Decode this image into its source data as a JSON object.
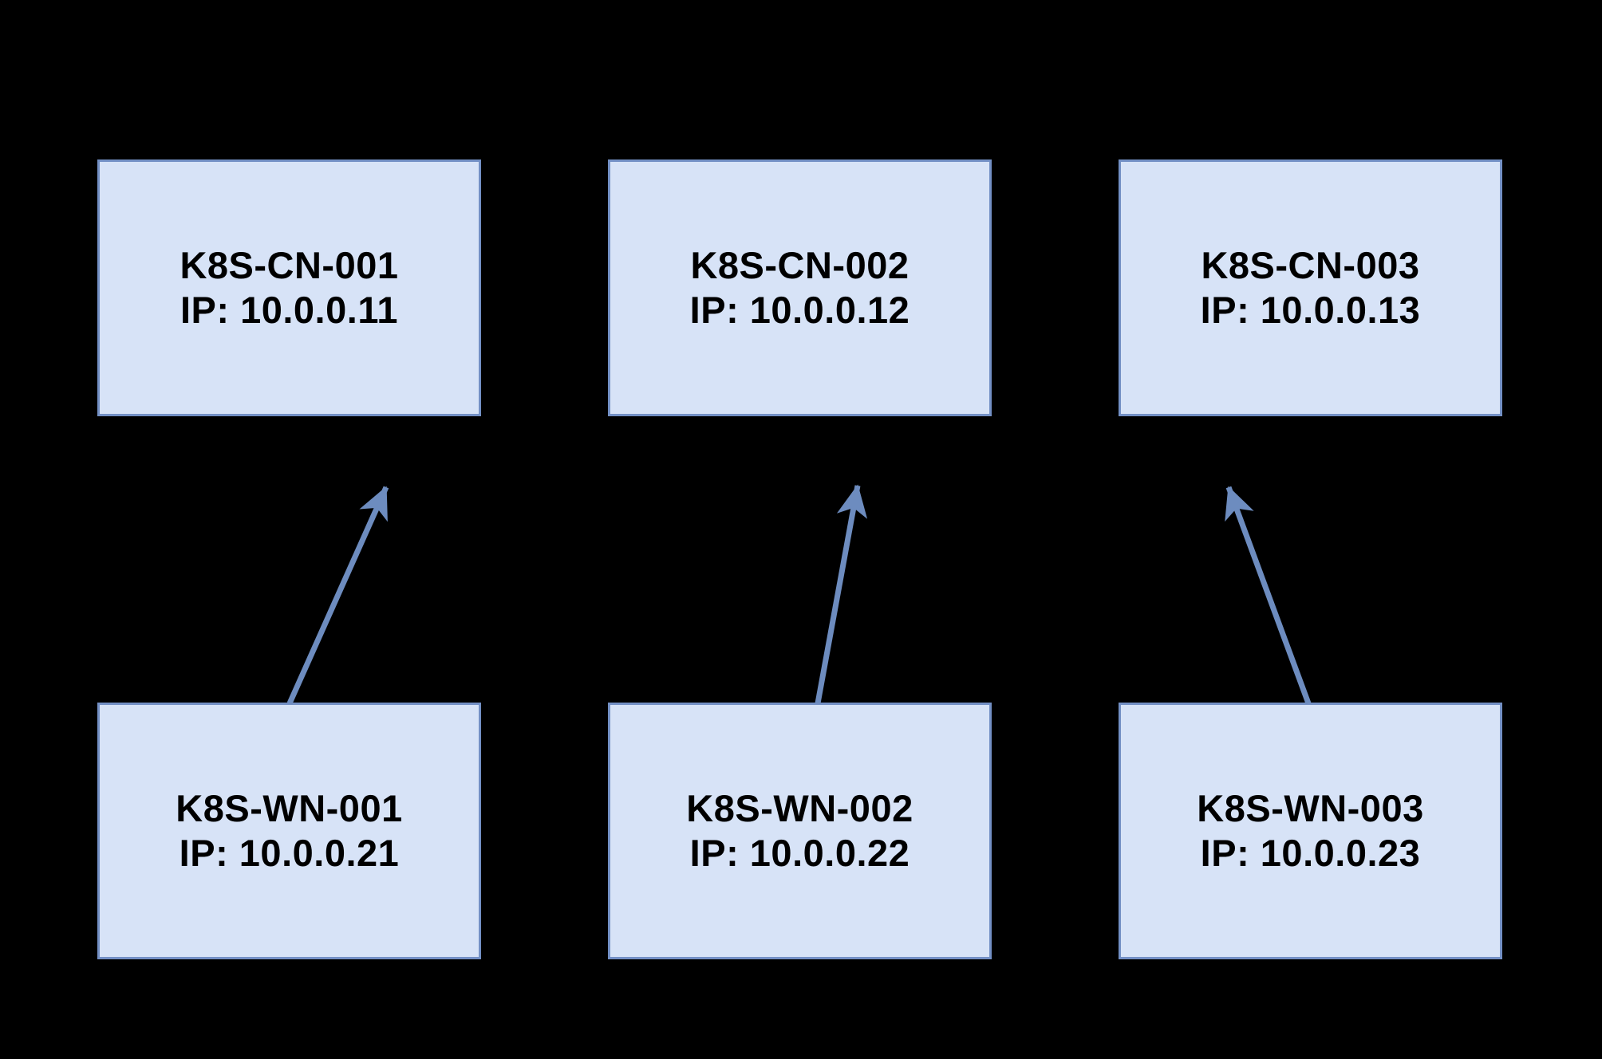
{
  "diagram": {
    "type": "kubernetes-cluster-topology",
    "colors": {
      "background": "#000000",
      "node_fill": "#d7e3f7",
      "node_border": "#7390c5",
      "arrow": "#6d8cbf",
      "text": "#000000"
    }
  },
  "nodes": [
    {
      "id": "cn1",
      "name": "K8S-CN-001",
      "ip": "IP: 10.0.0.11",
      "role": "control-node"
    },
    {
      "id": "cn2",
      "name": "K8S-CN-002",
      "ip": "IP: 10.0.0.12",
      "role": "control-node"
    },
    {
      "id": "cn3",
      "name": "K8S-CN-003",
      "ip": "IP: 10.0.0.13",
      "role": "control-node"
    },
    {
      "id": "wn1",
      "name": "K8S-WN-001",
      "ip": "IP: 10.0.0.21",
      "role": "worker-node"
    },
    {
      "id": "wn2",
      "name": "K8S-WN-002",
      "ip": "IP: 10.0.0.22",
      "role": "worker-node"
    },
    {
      "id": "wn3",
      "name": "K8S-WN-003",
      "ip": "IP: 10.0.0.23",
      "role": "worker-node"
    }
  ],
  "edges": [
    {
      "from": "K8S-WN-001",
      "to": "K8S-CN-001"
    },
    {
      "from": "K8S-WN-002",
      "to": "K8S-CN-002"
    },
    {
      "from": "K8S-WN-003",
      "to": "K8S-CN-003"
    }
  ]
}
